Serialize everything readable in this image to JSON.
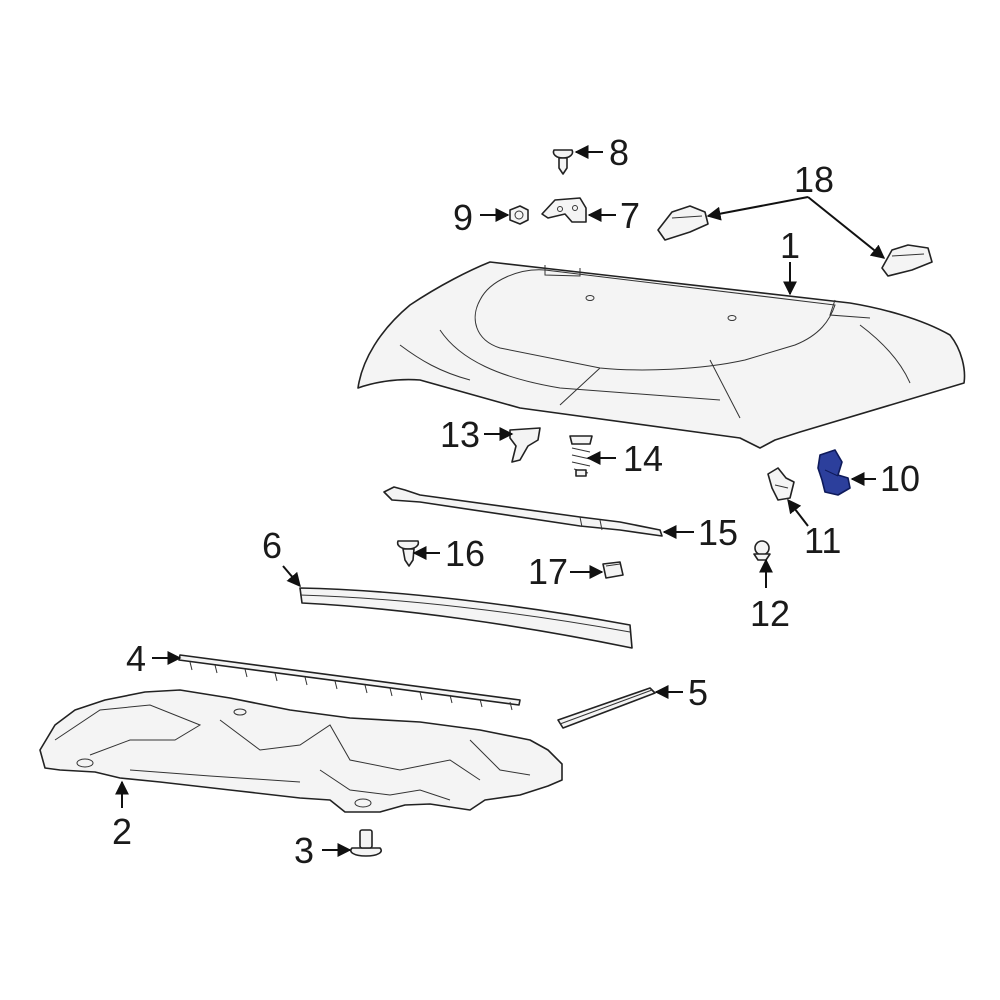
{
  "callouts": {
    "c1": "1",
    "c2": "2",
    "c3": "3",
    "c4": "4",
    "c5": "5",
    "c6": "6",
    "c7": "7",
    "c8": "8",
    "c9": "9",
    "c10": "10",
    "c11": "11",
    "c12": "12",
    "c13": "13",
    "c14": "14",
    "c15": "15",
    "c16": "16",
    "c17": "17",
    "c18": "18"
  },
  "highlighted_part": "10",
  "colors": {
    "highlight": "#2c3f9c",
    "line": "#222222",
    "part_fill": "#f4f4f4"
  }
}
